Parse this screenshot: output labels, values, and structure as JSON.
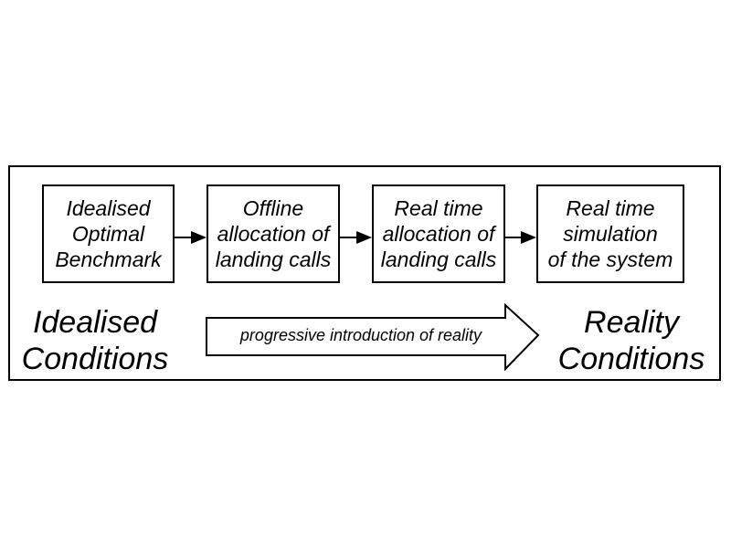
{
  "stages": [
    {
      "lines": [
        "Idealised",
        "Optimal",
        "Benchmark"
      ]
    },
    {
      "lines": [
        "Offline",
        "allocation of",
        "landing calls"
      ]
    },
    {
      "lines": [
        "Real time",
        "allocation of",
        "landing calls"
      ]
    },
    {
      "lines": [
        "Real time",
        "simulation",
        "of the system"
      ]
    }
  ],
  "left_condition": {
    "line1": "Idealised",
    "line2": "Conditions"
  },
  "right_condition": {
    "line1": "Reality",
    "line2": "Conditions"
  },
  "progress_arrow": {
    "label": "progressive introduction of reality"
  }
}
